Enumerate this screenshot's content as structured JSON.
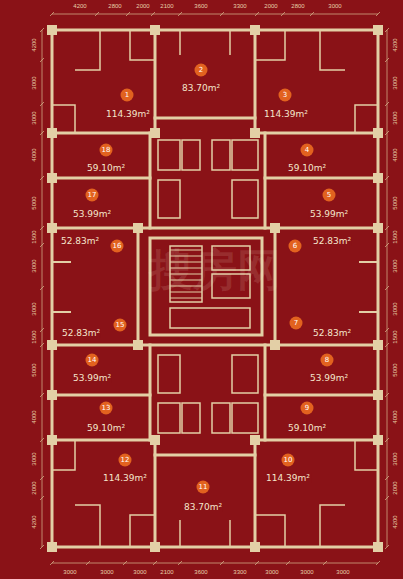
{
  "diagram": {
    "nodes": [
      {
        "text": [
          "1",
          "114.39m²"
        ]
      },
      {
        "text": [
          "2",
          "83.70m²"
        ]
      },
      {
        "text": [
          "3",
          "114.39m²"
        ]
      },
      {
        "text": [
          "18",
          "59.10m²"
        ]
      },
      {
        "text": [
          "4",
          "59.10m²"
        ]
      },
      {
        "text": [
          "17",
          "53.99m²"
        ]
      },
      {
        "text": [
          "5",
          "53.99m²"
        ]
      },
      {
        "text": [
          "16",
          "52.83m²"
        ]
      },
      {
        "text": [
          "6",
          "52.83m²"
        ]
      },
      {
        "text": [
          "15",
          "52.83m²"
        ]
      },
      {
        "text": [
          "7",
          "52.83m²"
        ]
      },
      {
        "text": [
          "14",
          "53.99m²"
        ]
      },
      {
        "text": [
          "8",
          "53.99m²"
        ]
      },
      {
        "text": [
          "13",
          "59.10m²"
        ]
      },
      {
        "text": [
          "9",
          "59.10m²"
        ]
      },
      {
        "text": [
          "12",
          "114.39m²"
        ]
      },
      {
        "text": [
          "11",
          "83.70m²"
        ]
      },
      {
        "text": [
          "10",
          "114.39m²"
        ]
      }
    ],
    "labels": [
      "4200",
      "2800",
      "2000",
      "2100",
      "3600",
      "3300",
      "2000",
      "2800",
      "3000",
      "3000",
      "3000",
      "3000",
      "2100",
      "3600",
      "3300",
      "3000",
      "3000",
      "3000",
      "4200",
      "3000",
      "3000",
      "4000",
      "5000",
      "1500",
      "3000",
      "3000",
      "1500",
      "5000",
      "4000",
      "3000",
      "2000",
      "4200",
      "4200",
      "3000",
      "3000",
      "4000",
      "5000",
      "1500",
      "3000",
      "3000",
      "1500",
      "5000",
      "4000",
      "3000",
      "2000",
      "4200",
      "搜房网"
    ]
  }
}
